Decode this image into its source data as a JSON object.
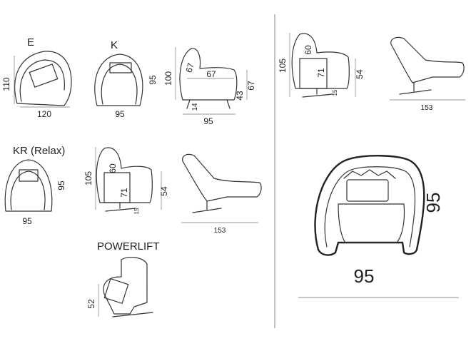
{
  "models": {
    "e": {
      "label": "E",
      "width": "120",
      "depth": "110"
    },
    "k": {
      "label": "K",
      "width": "95",
      "depth": "95"
    },
    "kr": {
      "label": "KR (Relax)",
      "width": "95",
      "depth": "95"
    },
    "powerlift": {
      "label": "POWERLIFT",
      "seat_height": "52"
    }
  },
  "side_profile": {
    "height": "100",
    "backrest": "67",
    "seat_depth": "67",
    "seat_height": "43",
    "total_height": "67",
    "leg": "14",
    "depth": "95"
  },
  "relax_side": {
    "height": "105",
    "back": "60",
    "seat": "71",
    "seat_height": "54",
    "base": "15",
    "extended": "153"
  },
  "right_top": {
    "height": "105",
    "back": "60",
    "seat": "71",
    "seat_height": "54",
    "base": "15",
    "extended": "153"
  },
  "big_plan": {
    "width": "95",
    "depth": "95"
  }
}
